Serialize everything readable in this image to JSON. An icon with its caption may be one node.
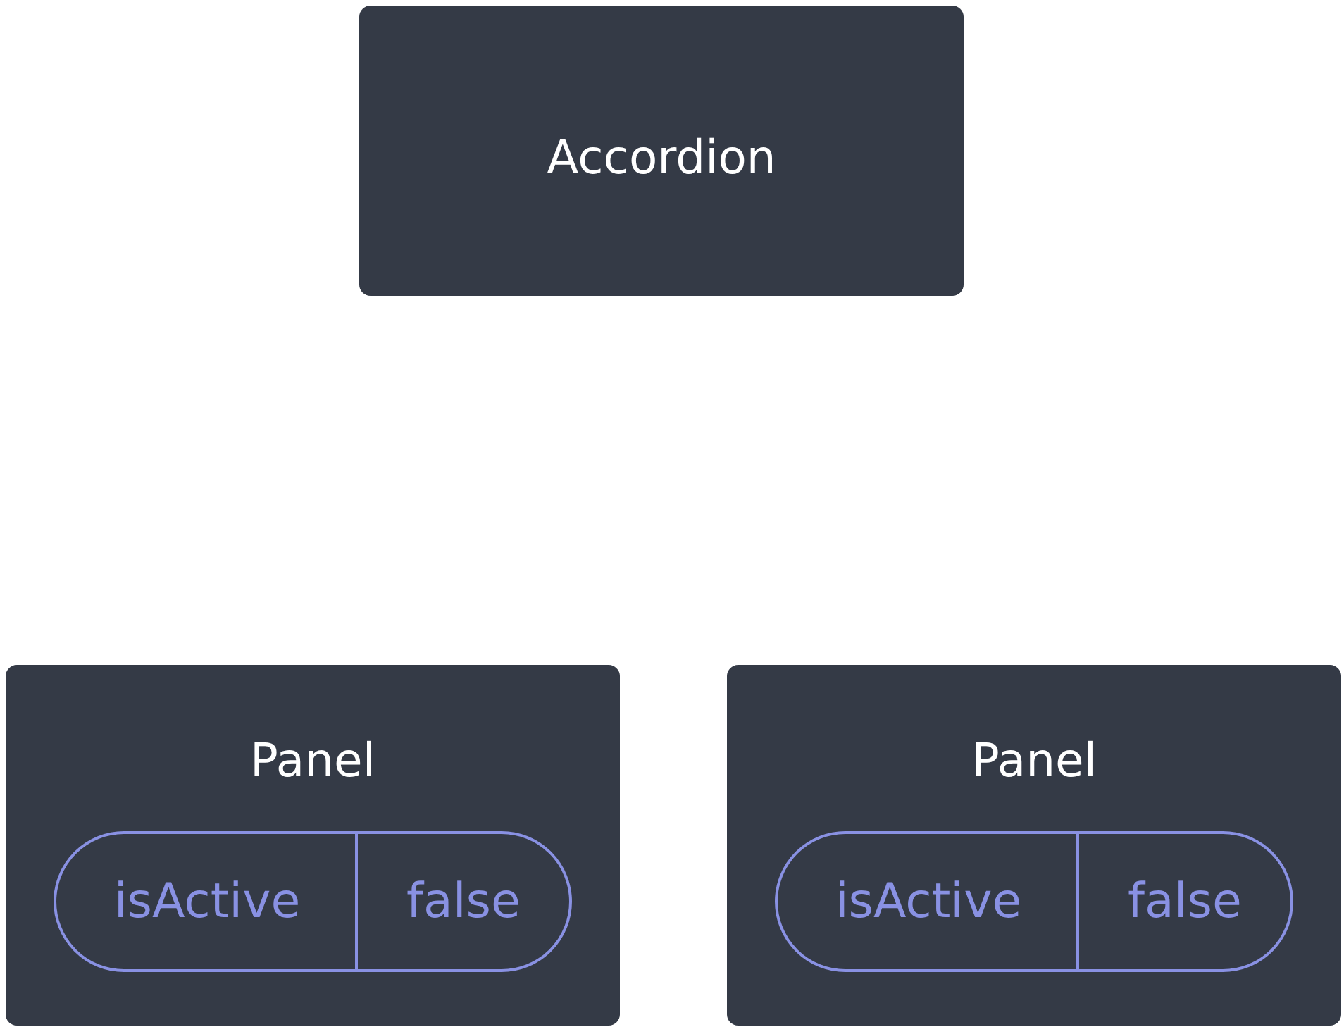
{
  "diagram": {
    "nodes": [
      {
        "text": [
          "Accordion"
        ]
      },
      {
        "text": [
          "Panel"
        ]
      },
      {
        "text": [
          "isActive",
          "false"
        ],
        "in": 1
      },
      {
        "text": [
          "Panel"
        ]
      },
      {
        "text": [
          "isActive",
          "false"
        ],
        "in": 3
      }
    ]
  }
}
